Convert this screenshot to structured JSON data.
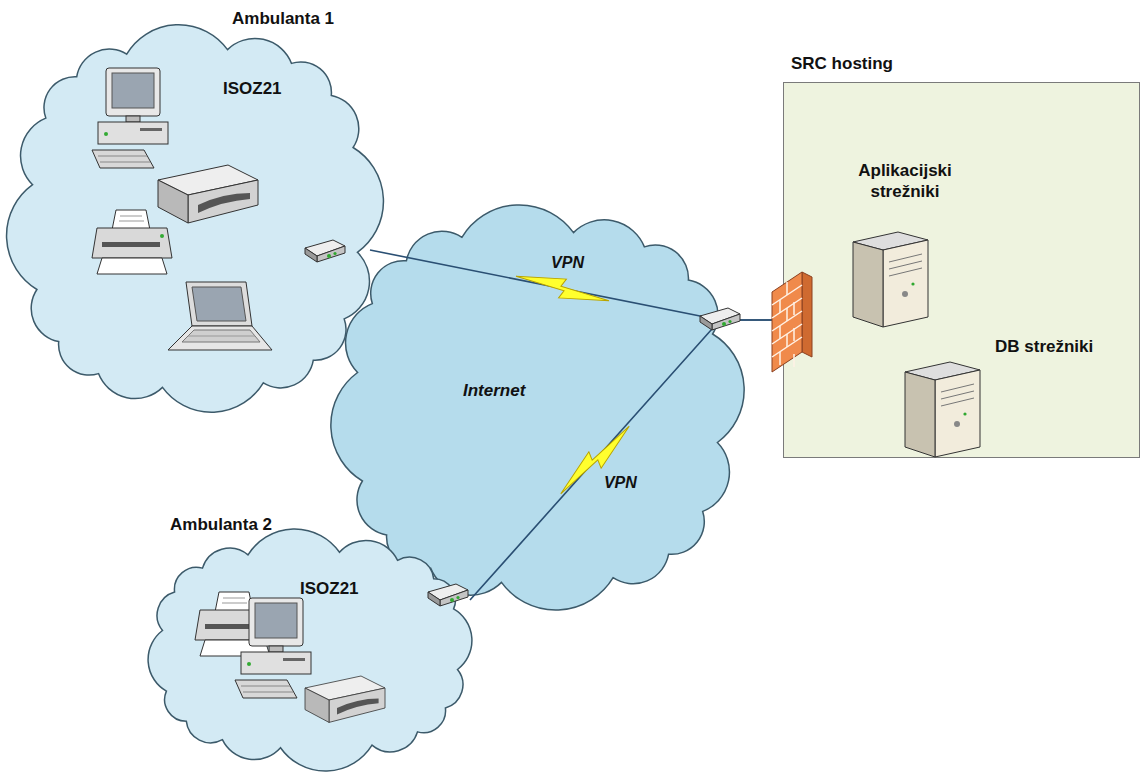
{
  "diagram": {
    "nodes": [
      {
        "text": [
          "Ambulanta 1",
          "ISOZ21"
        ]
      },
      {
        "text": [
          "SRC hosting"
        ]
      },
      {
        "text": [
          "Aplikacijski strežniki"
        ],
        "in": 1
      },
      {
        "text": [
          "DB strežniki"
        ],
        "in": 1
      },
      {
        "text": [
          "Internet"
        ]
      },
      {
        "text": [
          "Ambulanta 2",
          "ISOZ21"
        ]
      }
    ],
    "edges": [
      {
        "from": 0,
        "to": 1,
        "label": "VPN",
        "arrow": "none"
      },
      {
        "from": 5,
        "to": 1,
        "label": "VPN",
        "arrow": "none"
      }
    ]
  }
}
